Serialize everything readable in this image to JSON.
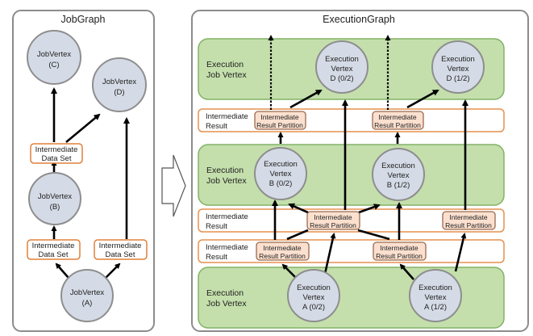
{
  "job_graph": {
    "title": "JobGraph",
    "vertices": {
      "a": {
        "line1": "JobVertex",
        "line2": "(A)"
      },
      "b": {
        "line1": "JobVertex",
        "line2": "(B)"
      },
      "c": {
        "line1": "JobVertex",
        "line2": "(C)"
      },
      "d": {
        "line1": "JobVertex",
        "line2": "(D)"
      }
    },
    "data_sets": {
      "a_to_b": {
        "line1": "Intermediate",
        "line2": "Data Set"
      },
      "a_to_d": {
        "line1": "Intermediate",
        "line2": "Data Set"
      },
      "b_to_cd": {
        "line1": "Intermediate",
        "line2": "Data Set"
      }
    }
  },
  "execution_graph": {
    "title": "ExecutionGraph",
    "ejv_label": {
      "line1": "Execution",
      "line2": "Job Vertex"
    },
    "ir_label": {
      "line1": "Intermediate",
      "line2": "Result"
    },
    "irp_label": {
      "line1": "Intermediate",
      "line2": "Result Partition"
    },
    "vertices": {
      "d0": {
        "line1": "Execution",
        "line2": "Vertex",
        "line3": "D (0/2)"
      },
      "d1": {
        "line1": "Execution",
        "line2": "Vertex",
        "line3": "D (1/2)"
      },
      "b0": {
        "line1": "Execution",
        "line2": "Vertex",
        "line3": "B (0/2)"
      },
      "b1": {
        "line1": "Execution",
        "line2": "Vertex",
        "line3": "B (1/2)"
      },
      "a0": {
        "line1": "Execution",
        "line2": "Vertex",
        "line3": "A (0/2)"
      },
      "a1": {
        "line1": "Execution",
        "line2": "Vertex",
        "line3": "A (1/2)"
      }
    }
  },
  "colors": {
    "execution_job_vertex_fill": "#c4dfac",
    "intermediate_border": "#e6914f",
    "partition_fill": "#fbe0cf",
    "vertex_fill": "#d5dbe6"
  }
}
